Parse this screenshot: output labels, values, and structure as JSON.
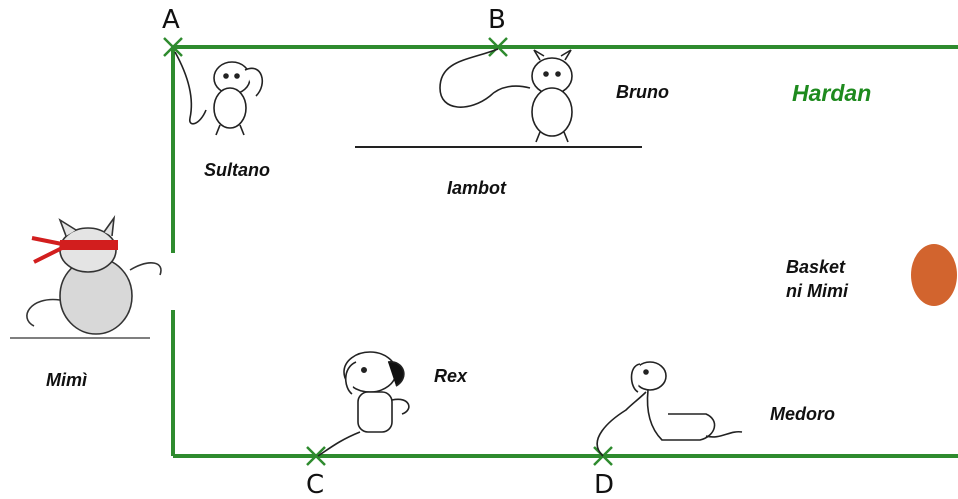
{
  "garden": {
    "title": "Hardan",
    "line_color": "#2e8b2e"
  },
  "points": {
    "a": "A",
    "b": "B",
    "c": "C",
    "d": "D"
  },
  "labels": {
    "sultano": "Sultano",
    "bruno": "Bruno",
    "iambot": "Iambot",
    "basket": [
      "Basket",
      "ni Mimi"
    ],
    "mimi": "Mimì",
    "rex": "Rex",
    "medoro": "Medoro"
  },
  "colors": {
    "basket": "#d2642e",
    "blindfold": "#d21e1e",
    "ink": "#222222"
  },
  "icons": [
    "cat-blindfolded",
    "dog-on-leash",
    "basket-ellipse"
  ]
}
